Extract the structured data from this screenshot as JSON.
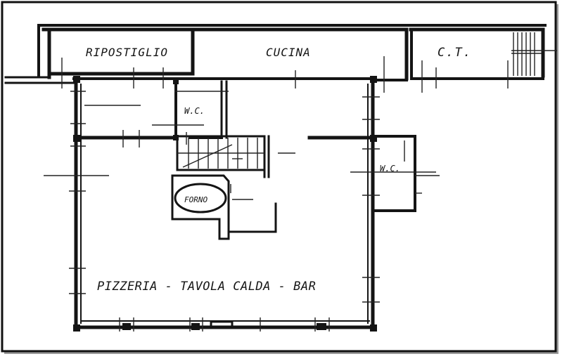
{
  "plan": {
    "rooms": {
      "ripostiglio": "RIPOSTIGLIO",
      "cucina": "CUCINA",
      "ct": "C.T.",
      "wc_upper": "W.C.",
      "wc_right": "W.C.",
      "forno": "FORNO",
      "main_hall": "PIZZERIA - TAVOLA CALDA - BAR"
    },
    "colors": {
      "paper": "#ffffff",
      "ink": "#141414",
      "frame_shadow": "#9a9a9a"
    }
  }
}
